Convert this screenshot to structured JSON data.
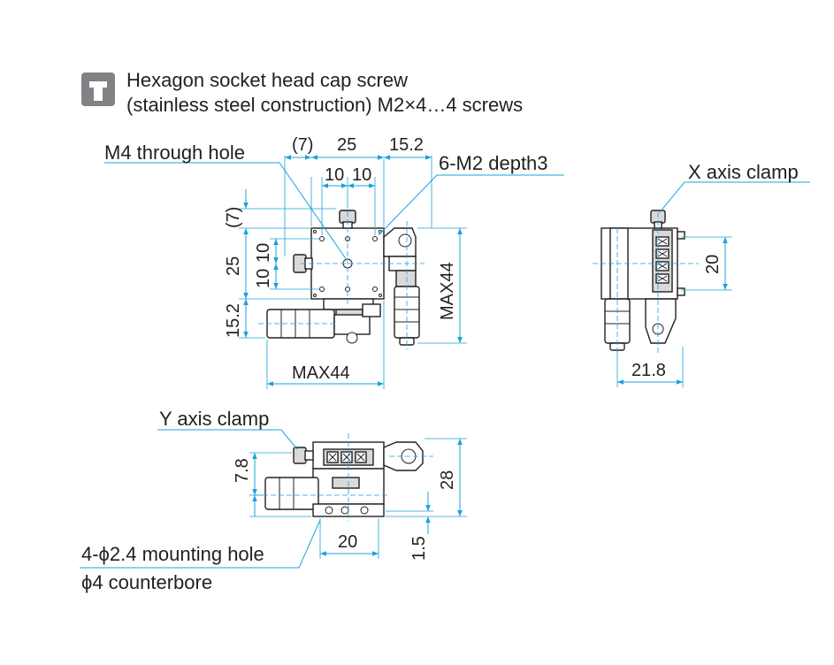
{
  "header": {
    "screw_line1": "Hexagon socket head cap screw",
    "screw_line2": "(stainless steel construction) M2×4…4 screws",
    "screw_icon": "hex-socket-screw-icon",
    "icon_color": "#808285"
  },
  "top_view": {
    "through_hole": "M4 through hole",
    "tapped_holes": "6-M2 depth3",
    "dim_7_top": "(7)",
    "dim_25_top": "25",
    "dim_15_2_top": "15.2",
    "dim_10_a": "10",
    "dim_10_b": "10",
    "dim_7_left": "(7)",
    "dim_10_left_a": "10",
    "dim_10_left_b": "10",
    "dim_25_left": "25",
    "dim_15_2_left": "15.2",
    "dim_max44_right": "MAX44",
    "dim_max44_bottom": "MAX44"
  },
  "side_view": {
    "x_clamp": "X axis clamp",
    "dim_20": "20",
    "dim_21_8": "21.8"
  },
  "front_view": {
    "y_clamp": "Y axis clamp",
    "dim_7_8": "7.8",
    "dim_28": "28",
    "dim_20": "20",
    "dim_1_5": "1.5",
    "mounting_hole": "4-ϕ2.4 mounting hole",
    "counterbore": "ϕ4 counterbore"
  },
  "colors": {
    "dimension_line": "#1aa3d9",
    "outline": "#231f20",
    "shading": "#d9d9d9"
  }
}
